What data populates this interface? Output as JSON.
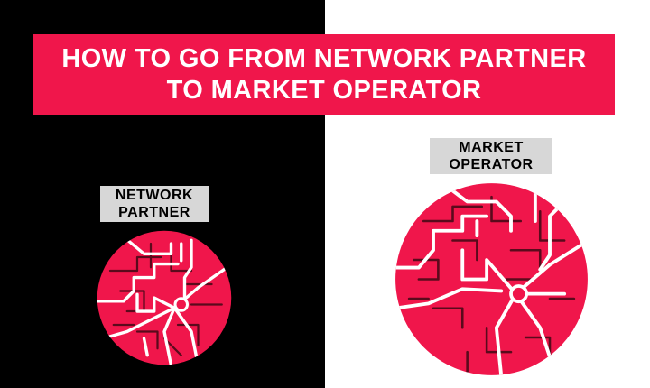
{
  "colors": {
    "accent": "#f0164b",
    "left_bg": "#000000",
    "right_bg": "#ffffff",
    "label_bg": "#d7d7d7"
  },
  "banner": {
    "line1": "HOW TO GO FROM NETWORK PARTNER",
    "line2": "TO MARKET OPERATOR"
  },
  "left_label": {
    "line1": "NETWORK",
    "line2": "PARTNER"
  },
  "right_label": {
    "line1": "MARKET",
    "line2": "OPERATOR"
  },
  "icons": [
    "network-map-icon",
    "market-map-icon"
  ]
}
